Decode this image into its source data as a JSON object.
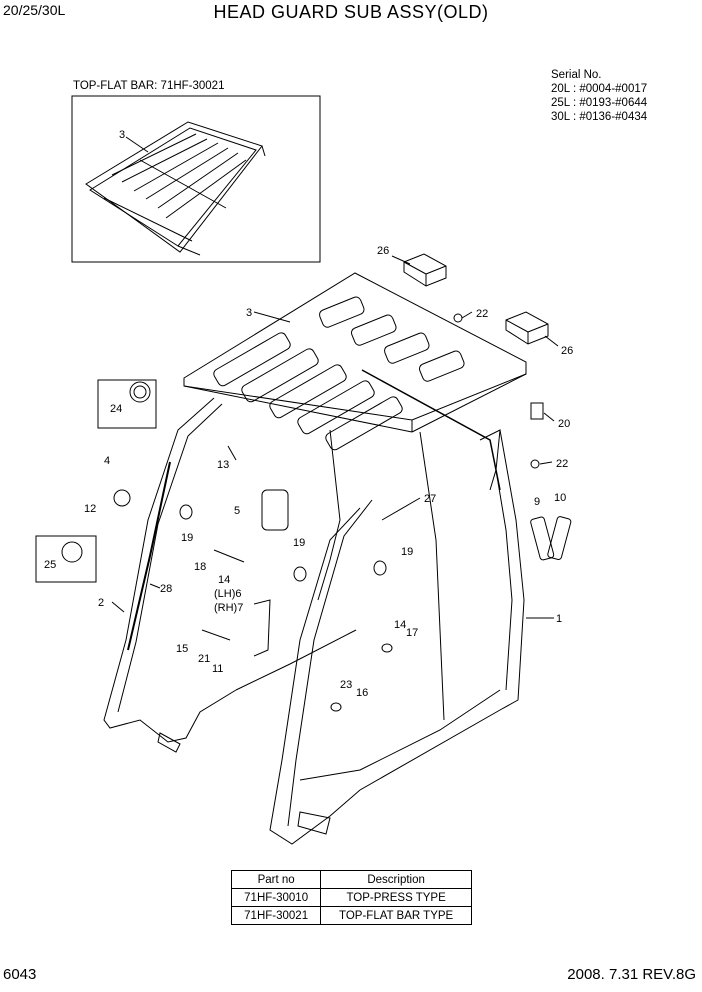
{
  "header": {
    "model": "20/25/30L",
    "title": "HEAD GUARD SUB ASSY(OLD)"
  },
  "serial": {
    "heading": "Serial No.",
    "lines": [
      "20L : #0004-#0017",
      "25L : #0193-#0644",
      "30L : #0136-#0434"
    ]
  },
  "inset": {
    "label": "TOP-FLAT BAR: 71HF-30021",
    "callout": "3"
  },
  "callouts": {
    "c1": "1",
    "c2": "2",
    "c3": "3",
    "c4": "4",
    "c5": "5",
    "c9": "9",
    "c10": "10",
    "c11": "11",
    "c12": "12",
    "c13": "13",
    "c14a": "14",
    "c14b": "14",
    "c15": "15",
    "c16": "16",
    "c17": "17",
    "c18": "18",
    "c19a": "19",
    "c19b": "19",
    "c19c": "19",
    "c20": "20",
    "c21": "21",
    "c22a": "22",
    "c22b": "22",
    "c23": "23",
    "c24": "24",
    "c25": "25",
    "c26a": "26",
    "c26b": "26",
    "c27": "27",
    "c28": "28",
    "c6": "(LH)6",
    "c7": "(RH)7"
  },
  "table": {
    "headers": {
      "part_no": "Part no",
      "description": "Description"
    },
    "rows": [
      {
        "part_no": "71HF-30010",
        "description": "TOP-PRESS TYPE"
      },
      {
        "part_no": "71HF-30021",
        "description": "TOP-FLAT BAR TYPE"
      }
    ]
  },
  "footer": {
    "page": "6043",
    "revision": "2008. 7.31  REV.8G"
  }
}
